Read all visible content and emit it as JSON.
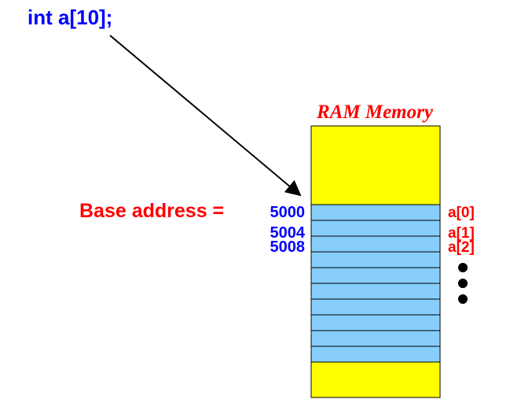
{
  "declaration": "int a[10];",
  "memory_title": "RAM Memory",
  "base_label": "Base address =",
  "addresses": [
    "5000",
    "5004",
    "5008"
  ],
  "elements": [
    "a[0]",
    "a[1]",
    "a[2]"
  ],
  "array_cell_count": 10,
  "colors": {
    "code_text": "#0000ff",
    "label_text": "#ff0000",
    "memory_fill": "#ffff00",
    "array_cell_fill": "#87cefa",
    "outline": "#000000"
  }
}
